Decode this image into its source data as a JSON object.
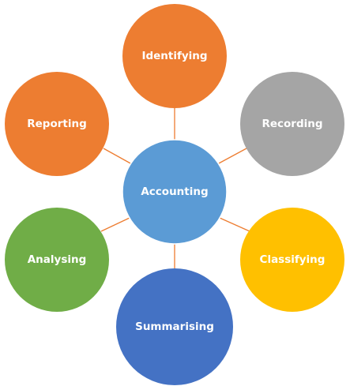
{
  "center": {
    "label": "Accounting",
    "color": "#5b9bd5"
  },
  "nodes": [
    {
      "id": "identifying",
      "label": "Identifying",
      "color": "#ed7d31"
    },
    {
      "id": "recording",
      "label": "Recording",
      "color": "#a5a5a5"
    },
    {
      "id": "classifying",
      "label": "Classifying",
      "color": "#ffc000"
    },
    {
      "id": "summarising",
      "label": "Summarising",
      "color": "#4472c4"
    },
    {
      "id": "analysing",
      "label": "Analysing",
      "color": "#70ad47"
    },
    {
      "id": "reporting",
      "label": "Reporting",
      "color": "#ed7d31"
    }
  ],
  "connector_color": "#ed7d31"
}
